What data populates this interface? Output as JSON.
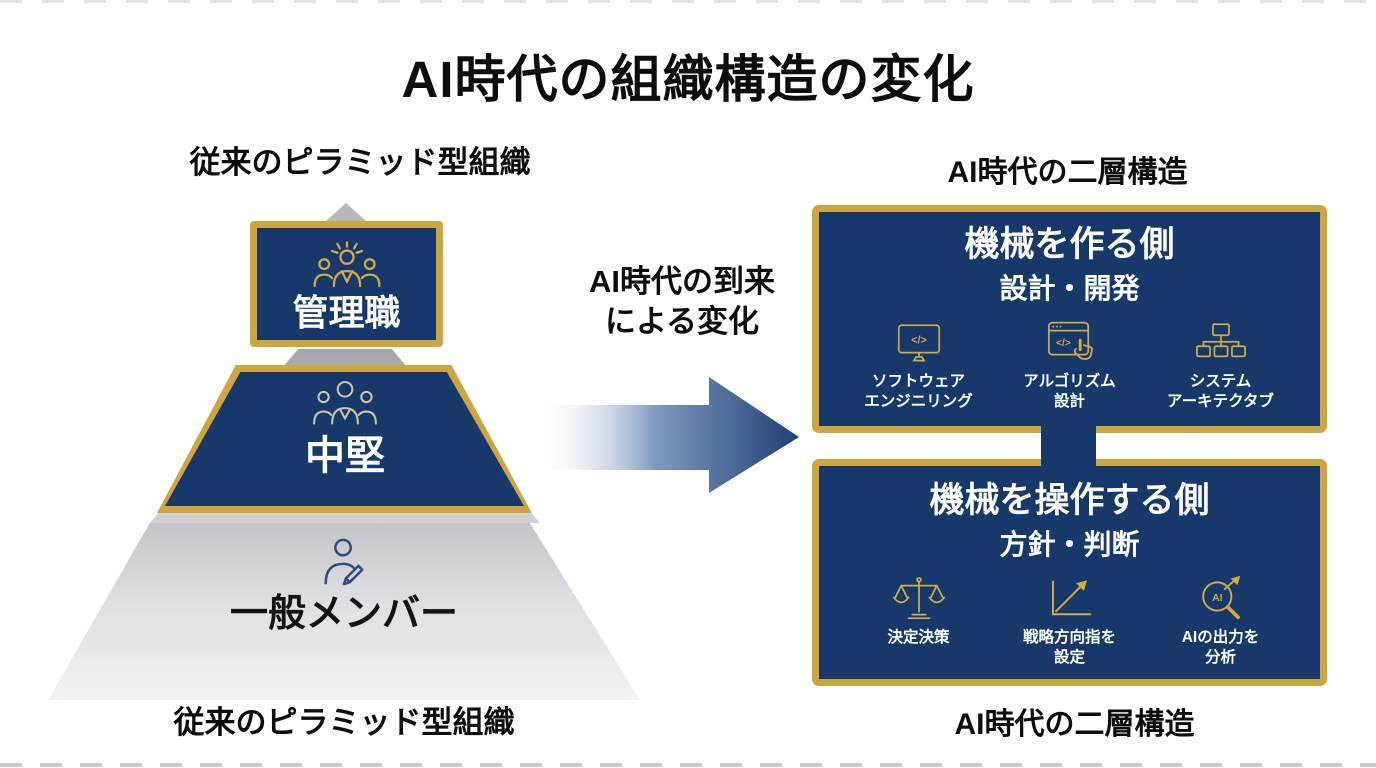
{
  "title": "AI時代の組織構造の変化",
  "colors": {
    "navy": "#17386a",
    "gold": "#cfa53e",
    "arrow_navy": "#1d4077",
    "pyramid_gray": "#c3c5c9",
    "white": "#ffffff",
    "black": "#0d0d0d"
  },
  "left": {
    "heading": "従来のピラミッド型組織",
    "caption": "従来のピラミッド型組織",
    "pyramid": {
      "tier1": {
        "label": "管理職",
        "icon": "leader-icon"
      },
      "tier2": {
        "label": "中堅",
        "icon": "team-icon"
      },
      "tier3": {
        "label": "一般メンバー",
        "icon": "member-pencil-icon"
      }
    }
  },
  "middle": {
    "change_line1": "AI時代の到来",
    "change_line2": "による変化",
    "arrow_icon": "right-arrow-icon"
  },
  "right": {
    "heading": "AI時代の二層構造",
    "caption": "AI時代の二層構造",
    "box_top": {
      "title": "機械を作る側",
      "subtitle": "設計・開発",
      "items": [
        {
          "icon": "software-engineering-icon",
          "line1": "ソフトウェア",
          "line2": "エンジニリング"
        },
        {
          "icon": "algorithm-design-icon",
          "line1": "アルゴリズム",
          "line2": "設計"
        },
        {
          "icon": "system-architecture-icon",
          "line1": "システム",
          "line2": "アーキテクタブ"
        }
      ]
    },
    "box_bottom": {
      "title": "機械を操作する側",
      "subtitle": "方針・判断",
      "items": [
        {
          "icon": "decision-making-icon",
          "line1": "決定決策",
          "line2": ""
        },
        {
          "icon": "strategy-direction-icon",
          "line1": "戦略方向指を",
          "line2": "設定"
        },
        {
          "icon": "ai-output-analysis-icon",
          "line1": "AIの出力を",
          "line2": "分析"
        }
      ]
    }
  },
  "glyphs": {
    "code": "</>",
    "ai": "AI"
  }
}
